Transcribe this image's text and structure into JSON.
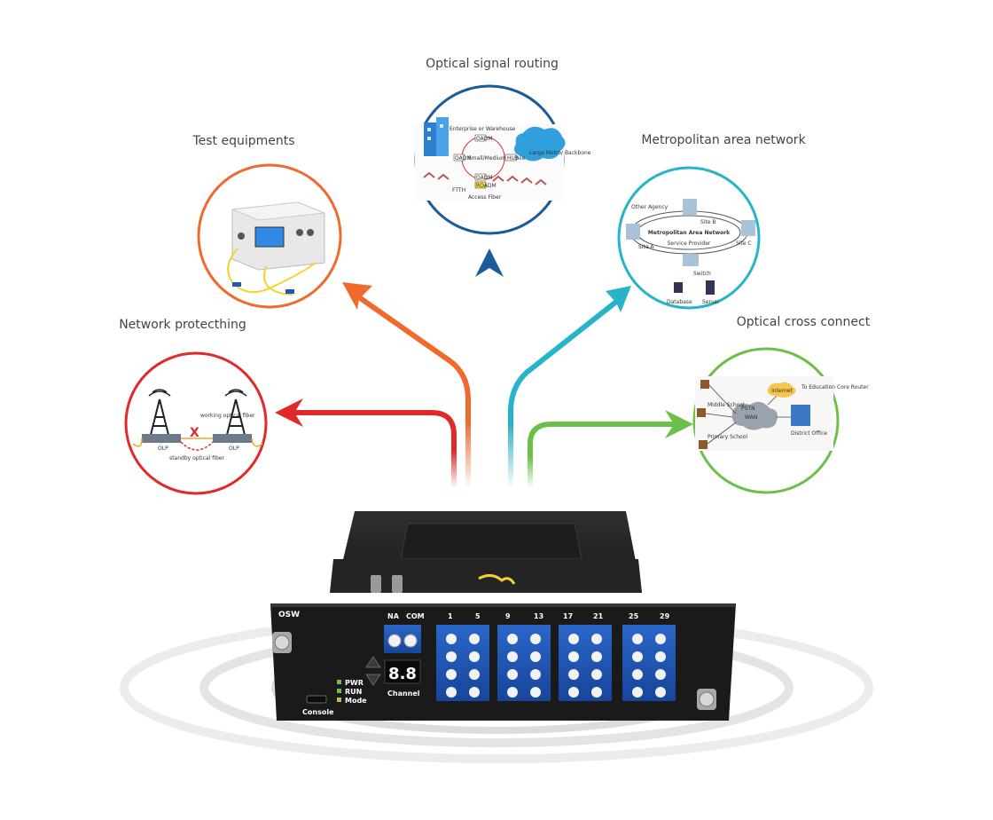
{
  "labels": {
    "optical_signal_routing": "Optical signal routing",
    "test_equipments": "Test equipments",
    "metropolitan_area_network": "Metropolitan area network",
    "network_protecting": "Network protecthing",
    "optical_cross_connect": "Optical cross connect"
  },
  "routing_diagram": {
    "enterprise": "Enterprise or Warehouse",
    "small_medium": "Small/Medium Mobile",
    "large_metro": "Large Metro/ Backbone",
    "ftth": "FTTH",
    "access_fiber": "Access Fiber",
    "node_a": "OADM",
    "node_b": "OADM",
    "node_c": "OADM",
    "node_d": "HUB",
    "node_e": "ROADM"
  },
  "metro_diagram": {
    "title": "Metropolitan Area Network",
    "service_provider": "Service Provider",
    "site_a": "Site A",
    "site_b": "Site B",
    "site_c": "Site C",
    "other_agency": "Other Agency",
    "switch": "Switch",
    "database": "Database",
    "server": "Server"
  },
  "protect_diagram": {
    "working": "working optical fiber",
    "standby": "standby optical fiber",
    "olp_left": "OLP",
    "olp_right": "OLP"
  },
  "cross_diagram": {
    "internet": "Internet",
    "pstn": "PSTN",
    "wan": "WAN",
    "high_school": "Middle School",
    "primary_school": "Primary School",
    "district_office": "District Office",
    "other": "To Education Core Router"
  },
  "device": {
    "model": "OSW",
    "port_na": "NA",
    "port_com": "COM",
    "port_1": "1",
    "port_5": "5",
    "port_9": "9",
    "port_13": "13",
    "port_17": "17",
    "port_21": "21",
    "port_25": "25",
    "port_29": "29",
    "display": "8.8",
    "channel": "Channel",
    "pwr": "PWR",
    "run": "RUN",
    "mode": "Mode",
    "console": "Console"
  },
  "colors": {
    "routing": "#1d5a9a",
    "test": "#ef6a2c",
    "metro": "#27b3c9",
    "protect": "#e02a2a",
    "cross": "#6cc04a",
    "device_body": "#2a2a2a",
    "port_blue": "#1f57b8"
  },
  "icons": [
    "up-arrow-icon",
    "led-icon",
    "screw-icon",
    "tower-icon",
    "cloud-icon",
    "building-icon"
  ]
}
